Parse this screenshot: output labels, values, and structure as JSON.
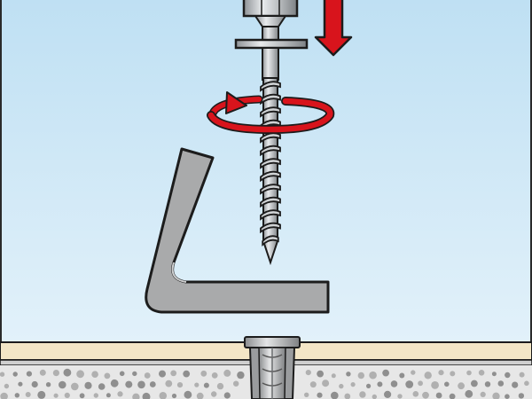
{
  "diagram": {
    "steps": [
      {
        "motion": "push-down",
        "part": "screw",
        "color": "#d8141c"
      },
      {
        "motion": "rotate-clockwise",
        "part": "screw",
        "color": "#d8141c"
      }
    ],
    "parts": [
      "screw-with-collar",
      "angle-bracket",
      "wall-plug",
      "plaster-layer",
      "concrete-base"
    ],
    "colors": {
      "sky": "#cfe8f6",
      "steel": "#b4b7ba",
      "bracket": "#a9aaab",
      "plaster": "#f3e6c6",
      "concrete": "#e7e7e7",
      "aggregate": "#8f8f8f",
      "arrow": "#d8141c",
      "outline": "#1c1c1c"
    }
  }
}
